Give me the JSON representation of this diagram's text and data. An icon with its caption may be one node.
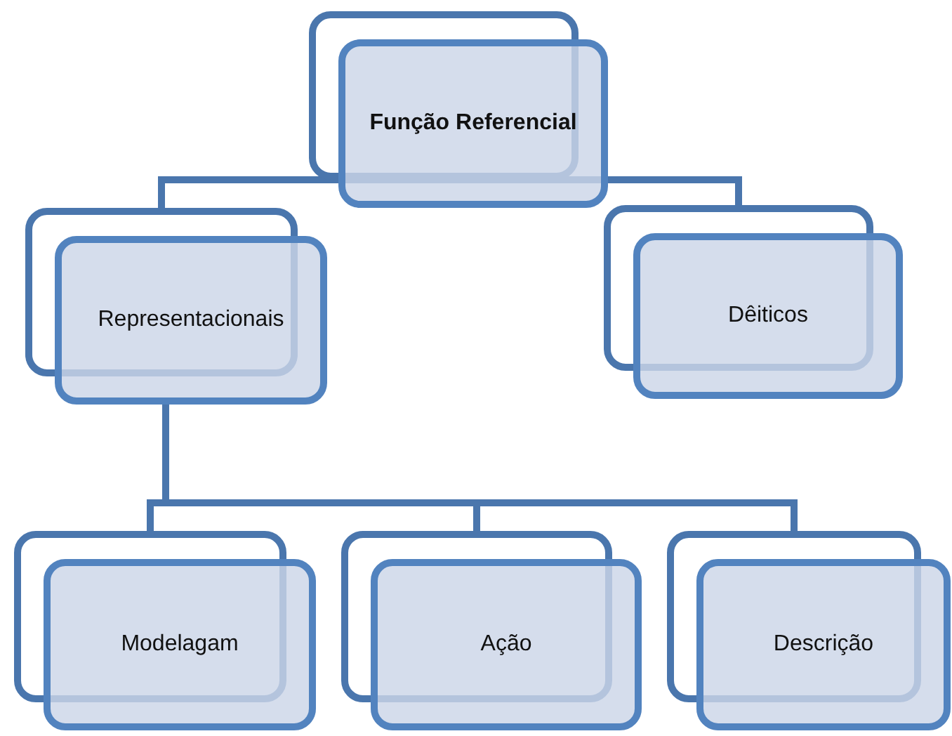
{
  "diagram": {
    "nodes": [
      {
        "text": [
          "Função Referencial"
        ]
      },
      {
        "text": [
          "Representacionais"
        ]
      },
      {
        "text": [
          "Dêiticos"
        ]
      },
      {
        "text": [
          "Modelagam"
        ]
      },
      {
        "text": [
          "Ação"
        ]
      },
      {
        "text": [
          "Descrição"
        ]
      }
    ],
    "edges": [
      {
        "from": 0,
        "to": 1,
        "arrow": "none"
      },
      {
        "from": 0,
        "to": 2,
        "arrow": "none"
      },
      {
        "from": 1,
        "to": 3,
        "arrow": "none"
      },
      {
        "from": 1,
        "to": 4,
        "arrow": "none"
      },
      {
        "from": 1,
        "to": 5,
        "arrow": "none"
      }
    ]
  }
}
